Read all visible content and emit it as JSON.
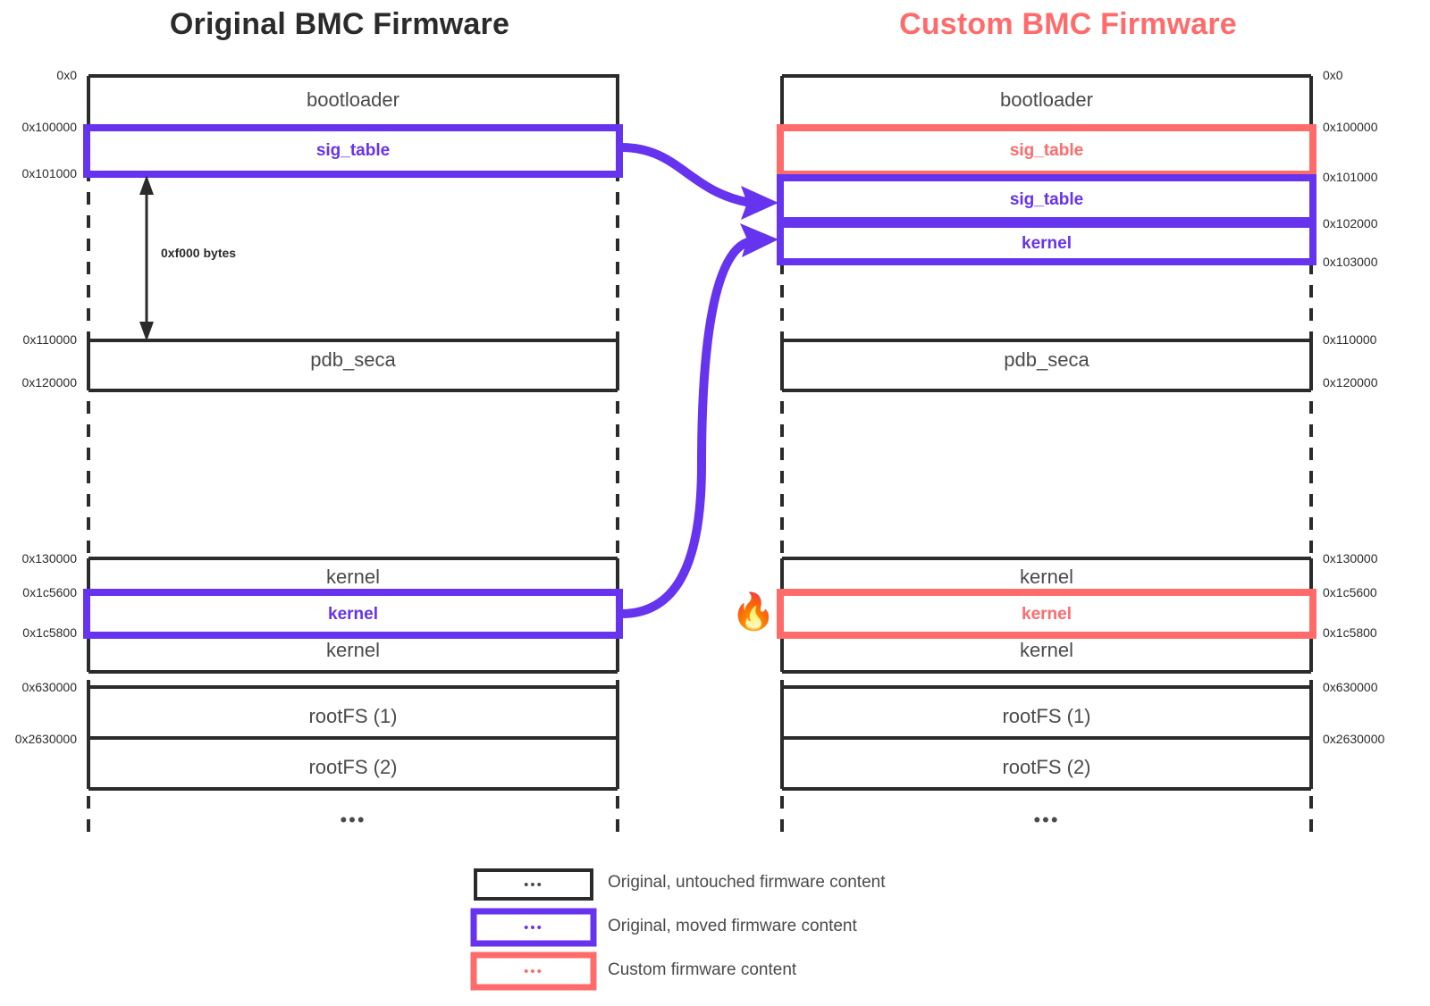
{
  "colors": {
    "dark": "#2b2b2b",
    "gray": "#4a4a4a",
    "purple": "#6633ee",
    "red": "#ff6b6b",
    "background": "#ffffff"
  },
  "titles": {
    "left": "Original BMC Firmware",
    "right": "Custom BMC Firmware"
  },
  "left_diagram": {
    "addresses": [
      "0x0",
      "0x100000",
      "0x101000",
      "0x110000",
      "0x120000",
      "0x130000",
      "0x1c5600",
      "0x1c5800",
      "0x630000",
      "0x2630000"
    ],
    "sections": [
      {
        "label": "bootloader",
        "kind": "untouched"
      },
      {
        "label": "sig_table",
        "kind": "moved"
      },
      {
        "label": "pdb_seca",
        "kind": "untouched"
      },
      {
        "label": "kernel",
        "kind": "untouched"
      },
      {
        "label": "kernel",
        "kind": "moved"
      },
      {
        "label": "kernel",
        "kind": "untouched"
      },
      {
        "label": "rootFS (1)",
        "kind": "untouched"
      },
      {
        "label": "rootFS (2)",
        "kind": "untouched"
      }
    ],
    "ellipsis": "•••",
    "dimension_label": "0xf000 bytes"
  },
  "right_diagram": {
    "addresses": [
      "0x0",
      "0x100000",
      "0x101000",
      "0x102000",
      "0x103000",
      "0x110000",
      "0x120000",
      "0x130000",
      "0x1c5600",
      "0x1c5800",
      "0x630000",
      "0x2630000"
    ],
    "sections": [
      {
        "label": "bootloader",
        "kind": "untouched"
      },
      {
        "label": "sig_table",
        "kind": "custom"
      },
      {
        "label": "sig_table",
        "kind": "moved"
      },
      {
        "label": "kernel",
        "kind": "moved"
      },
      {
        "label": "pdb_seca",
        "kind": "untouched"
      },
      {
        "label": "kernel",
        "kind": "untouched"
      },
      {
        "label": "kernel",
        "kind": "custom"
      },
      {
        "label": "kernel",
        "kind": "untouched"
      },
      {
        "label": "rootFS (1)",
        "kind": "untouched"
      },
      {
        "label": "rootFS (2)",
        "kind": "untouched"
      }
    ],
    "ellipsis": "•••",
    "fire_icon": "🔥"
  },
  "legend": {
    "ellipsis": "•••",
    "items": [
      {
        "label": "Original, untouched firmware content",
        "kind": "untouched"
      },
      {
        "label": "Original, moved firmware content",
        "kind": "moved"
      },
      {
        "label": "Custom firmware content",
        "kind": "custom"
      }
    ]
  }
}
